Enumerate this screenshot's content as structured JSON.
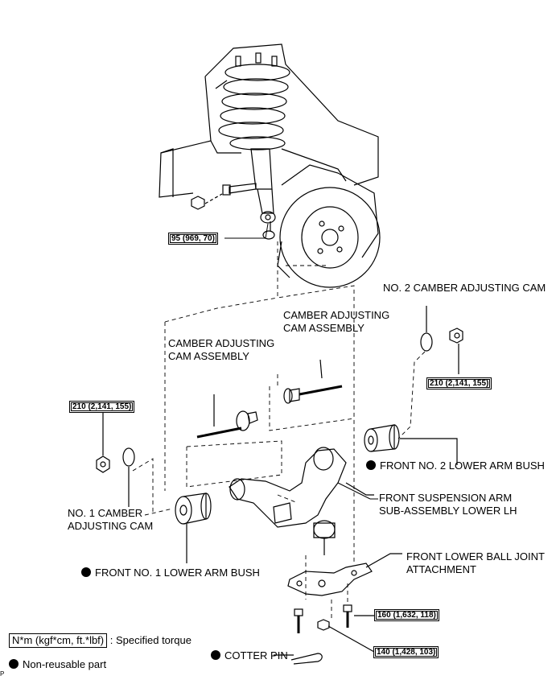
{
  "labels": {
    "camber_cam_assembly_right": [
      "CAMBER ADJUSTING",
      "CAM ASSEMBLY"
    ],
    "camber_cam_assembly_left": [
      "CAMBER ADJUSTING",
      "CAM ASSEMBLY"
    ],
    "no2_camber_cam": "NO. 2 CAMBER ADJUSTING CAM",
    "no1_camber_cam": [
      "NO. 1 CAMBER",
      "ADJUSTING CAM"
    ],
    "front_no2_bush": "FRONT NO. 2 LOWER ARM BUSH",
    "front_no1_bush": "FRONT NO. 1 LOWER ARM BUSH",
    "suspension_arm": [
      "FRONT SUSPENSION ARM",
      "SUB-ASSEMBLY LOWER LH"
    ],
    "ball_joint": [
      "FRONT LOWER BALL JOINT",
      "ATTACHMENT"
    ],
    "cotter_pin": "COTTER PIN"
  },
  "torques": {
    "shock_bolt": "95 (969, 70)",
    "no2_cam_nut": "210 (2,141, 155)",
    "no1_cam_nut": "210 (2,141, 155)",
    "ball_joint_bolt": "160 (1,632, 118)",
    "ball_joint_nut": "140 (1,428, 103)"
  },
  "legend": {
    "torque_unit": "N*m (kgf*cm, ft.*lbf)",
    "torque_desc": ": Specified torque",
    "non_reusable": "Non-reusable part"
  },
  "corner_mark": "P"
}
